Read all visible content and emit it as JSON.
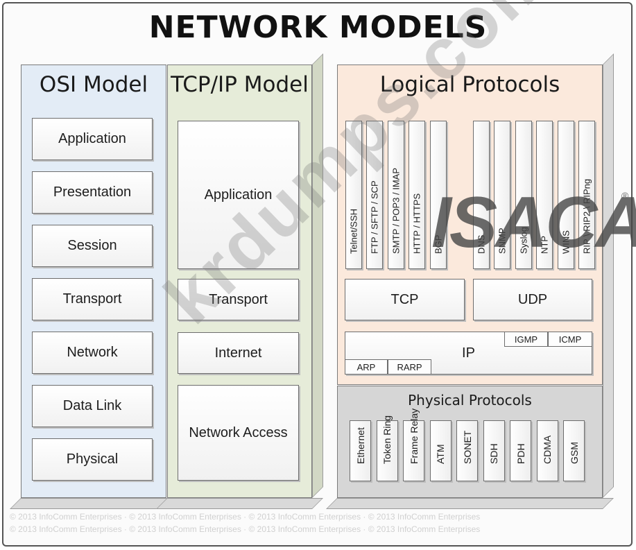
{
  "title": "NETWORK MODELS",
  "osi": {
    "heading": "OSI Model",
    "layers": [
      "Application",
      "Presentation",
      "Session",
      "Transport",
      "Network",
      "Data Link",
      "Physical"
    ]
  },
  "tcpip": {
    "heading": "TCP/IP Model",
    "layers": [
      "Application",
      "Transport",
      "Internet",
      "Network Access"
    ]
  },
  "logical": {
    "heading": "Logical Protocols",
    "tcp_apps": [
      "Telnet/SSH",
      "FTP / SFTP / SCP",
      "SMTP / POP3 / IMAP",
      "HTTP / HTTPS",
      "BGP"
    ],
    "udp_apps": [
      "DNS",
      "SNMP",
      "Syslog",
      "NTP",
      "WINS",
      "RIP \\ RIP2 \\ RIPng"
    ],
    "tcp": "TCP",
    "udp": "UDP",
    "ip": "IP",
    "igmp": "IGMP",
    "icmp": "ICMP",
    "arp": "ARP",
    "rarp": "RARP"
  },
  "physical": {
    "heading": "Physical Protocols",
    "items": [
      "Ethernet",
      "Token Ring",
      "Frame Relay",
      "ATM",
      "SONET",
      "SDH",
      "PDH",
      "CDMA",
      "GSM"
    ]
  },
  "watermark": "krdumps.com",
  "logo": "ISACA",
  "logo_mark": "®",
  "footer": [
    "© 2013 InfoComm Enterprises  ·  © 2013 InfoComm Enterprises  ·  © 2013 InfoComm Enterprises  ·  © 2013 InfoComm Enterprises",
    "© 2013 InfoComm Enterprises  ·  © 2013 InfoComm Enterprises  ·  © 2013 InfoComm Enterprises  ·  © 2013 InfoComm Enterprises"
  ],
  "colors": {
    "osi_bg": "#e3ecf6",
    "tcpip_bg": "#e6ecd9",
    "logical_bg": "#fbe9dc",
    "physical_bg": "#d6d6d6"
  }
}
